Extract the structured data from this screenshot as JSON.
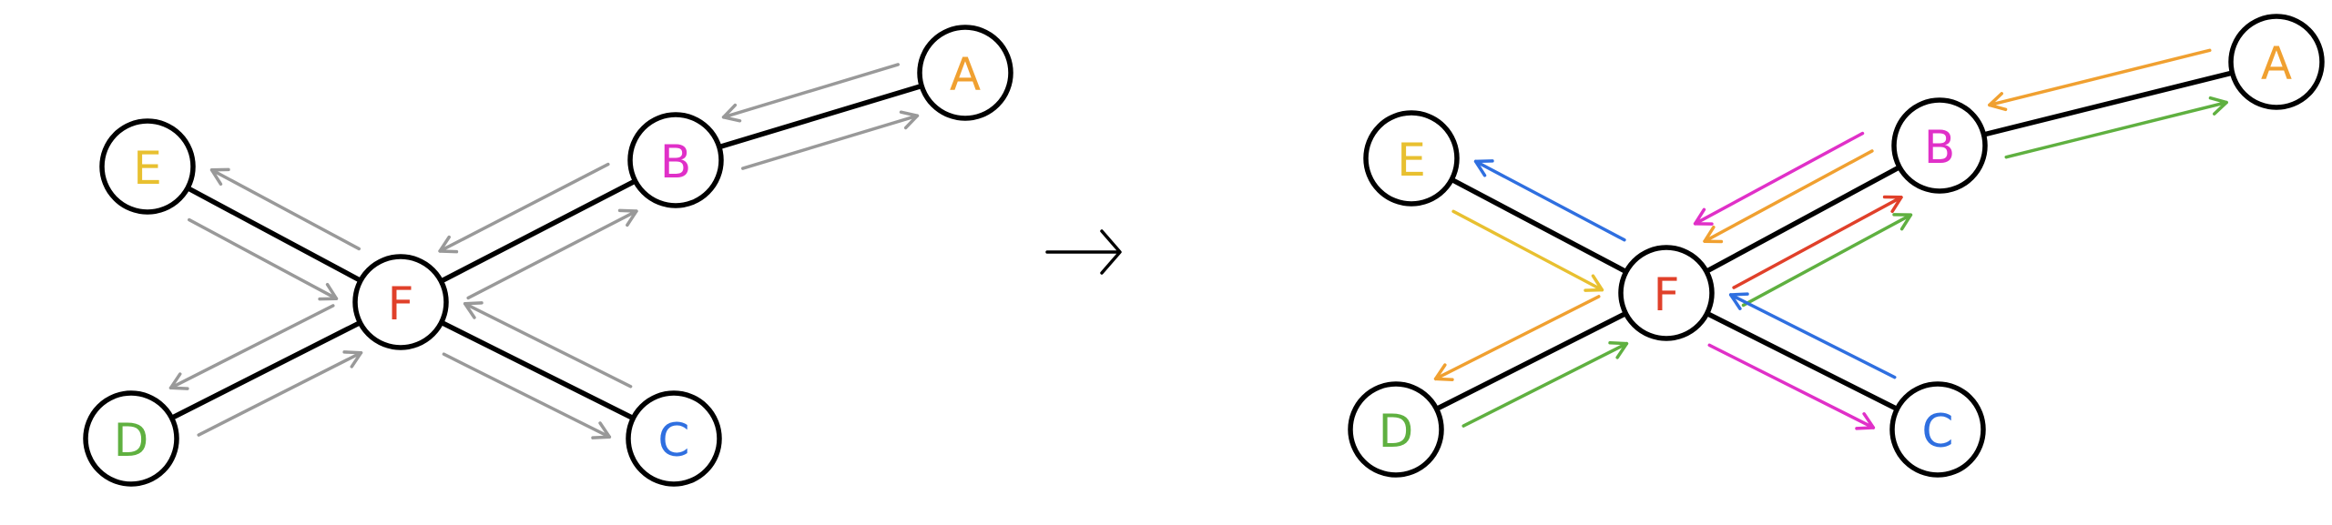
{
  "nodes": [
    {
      "id": "A",
      "label": "A",
      "color": "#F0A030"
    },
    {
      "id": "B",
      "label": "B",
      "color": "#E030C8"
    },
    {
      "id": "C",
      "label": "C",
      "color": "#2F6FE0"
    },
    {
      "id": "D",
      "label": "D",
      "color": "#5FB040"
    },
    {
      "id": "E",
      "label": "E",
      "color": "#E8C030"
    },
    {
      "id": "F",
      "label": "F",
      "color": "#E0402A"
    }
  ],
  "edges": [
    [
      "A",
      "B"
    ],
    [
      "B",
      "F"
    ],
    [
      "E",
      "F"
    ],
    [
      "D",
      "F"
    ],
    [
      "C",
      "F"
    ]
  ],
  "before": {
    "message_color": "#999999",
    "messages": [
      [
        "B",
        "A"
      ],
      [
        "A",
        "B"
      ],
      [
        "F",
        "B"
      ],
      [
        "B",
        "F"
      ],
      [
        "E",
        "F"
      ],
      [
        "F",
        "E"
      ],
      [
        "D",
        "F"
      ],
      [
        "F",
        "D"
      ],
      [
        "F",
        "C"
      ],
      [
        "C",
        "F"
      ]
    ]
  },
  "after": {
    "messages": [
      {
        "from": "B",
        "to": "A",
        "color": "#5FB040"
      },
      {
        "from": "A",
        "to": "B",
        "color": "#F0A030"
      },
      {
        "from": "F",
        "to": "B",
        "color": "#E0402A"
      },
      {
        "from": "F",
        "to": "B",
        "color": "#5FB040"
      },
      {
        "from": "B",
        "to": "F",
        "color": "#F0A030"
      },
      {
        "from": "B",
        "to": "F",
        "color": "#E030C8"
      },
      {
        "from": "E",
        "to": "F",
        "color": "#E8C030"
      },
      {
        "from": "F",
        "to": "E",
        "color": "#2F6FE0"
      },
      {
        "from": "F",
        "to": "D",
        "color": "#F0A030"
      },
      {
        "from": "D",
        "to": "F",
        "color": "#5FB040"
      },
      {
        "from": "F",
        "to": "C",
        "color": "#E030C8"
      },
      {
        "from": "C",
        "to": "F",
        "color": "#2F6FE0"
      }
    ]
  },
  "transition_arrow_icon": "right-arrow-icon"
}
